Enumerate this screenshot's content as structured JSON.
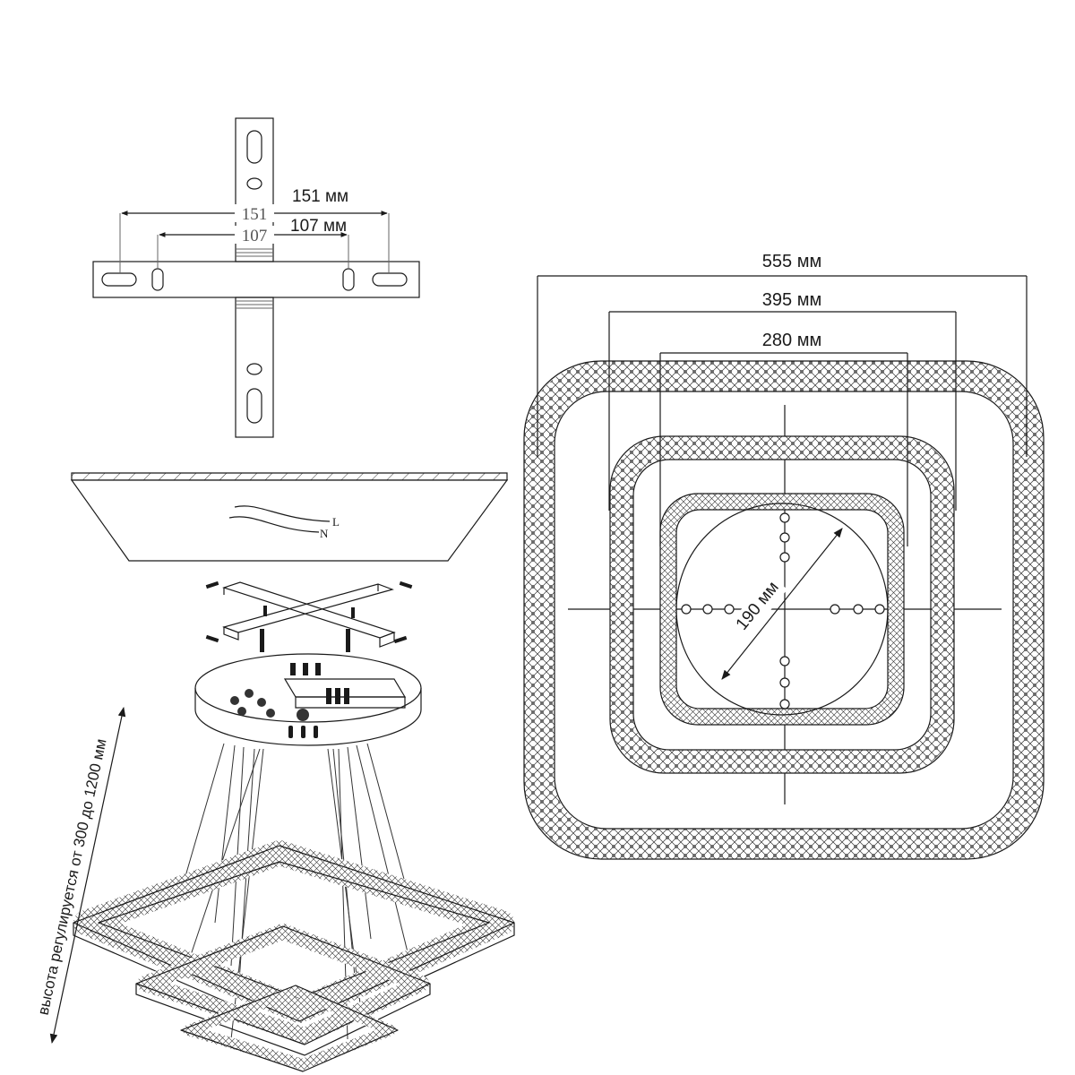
{
  "colors": {
    "line": "#1a1a1a",
    "fill_light": "#f2f2f2",
    "grey": "#666666"
  },
  "bracket": {
    "dim_outer_label": "151 мм",
    "dim_inner_label": "107 мм",
    "dim_outer_value": "151",
    "dim_inner_value": "107"
  },
  "wires": {
    "live": "L",
    "neutral": "N"
  },
  "height_note": "высота регулируется от 300 до 1200 мм",
  "plan": {
    "dim_555": "555 мм",
    "dim_395": "395 мм",
    "dim_280": "280 мм",
    "dim_190": "190 мм"
  }
}
